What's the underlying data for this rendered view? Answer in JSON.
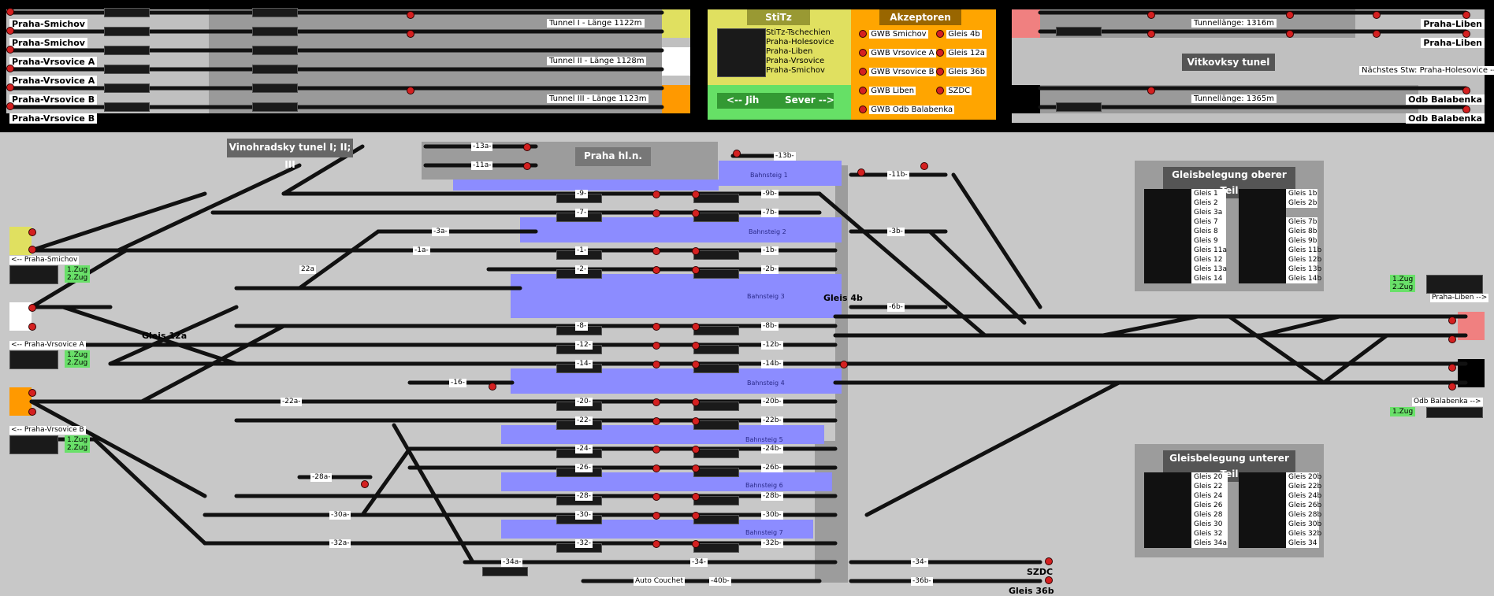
{
  "header": {
    "left_stations": [
      "Praha-Smichov",
      "Praha-Smichov",
      "Praha-Vrsovice A",
      "Praha-Vrsovice A",
      "Praha-Vrsovice B",
      "Praha-Vrsovice B"
    ],
    "tunnels": [
      "Tunnel I - Länge 1122m",
      "Tunnel II - Länge 1128m",
      "Tunnel III - Länge 1123m"
    ],
    "right_stations": [
      "Praha-Liben",
      "Praha-Liben",
      "Odb Balabenka",
      "Odb Balabenka"
    ],
    "right_tunnel_top": "Tunnellänge: 1316m",
    "right_tunnel_bottom": "Tunnellänge: 1365m",
    "vitkov_title": "Vitkovksy tunel",
    "next_stw": "Nächstes Stw: Praha-Holesovice  -->"
  },
  "stitz": {
    "title": "StiTz",
    "items": [
      "StiTz-Tschechien",
      "Praha-Holesovice",
      "Praha-Liben",
      "Praha-Vrsovice",
      "Praha-Smichov"
    ],
    "south": "<-- Jih",
    "north": "Sever -->"
  },
  "akzeptoren": {
    "title": "Akzeptoren",
    "left": [
      "GWB Smichov",
      "GWB Vrsovice A",
      "GWB Vrsovice B",
      "GWB Liben",
      "GWB Odb Balabenka"
    ],
    "right": [
      "Gleis 4b",
      "Gleis 12a",
      "Gleis 36b",
      "SZDC"
    ]
  },
  "station": {
    "vinohrady": "Vinohradsky tunel I; II; III",
    "praha_hln": "Praha hl.n.",
    "platforms": [
      "Bahnsteig 1",
      "Bahnsteig 2",
      "Bahnsteig 3",
      "Bahnsteig 4",
      "Bahnsteig 5",
      "Bahnsteig 6",
      "Bahnsteig 7"
    ],
    "left_tracks": [
      "-13a-",
      "-11a-",
      "-9-",
      "-7-",
      "-3a-",
      "-1a-",
      "-1-",
      "-2-",
      "22a",
      "-8-",
      "-12-",
      "-14-",
      "-16-",
      "-20-",
      "-22a-",
      "-22-",
      "-24-",
      "-26-",
      "-28a-",
      "-28-",
      "-30a-",
      "-30-",
      "-32a-",
      "-32-",
      "-34a-",
      "Auto Couchet"
    ],
    "right_tracks": [
      "-13b-",
      "-11b-",
      "-9b-",
      "-7b-",
      "-3b-",
      "-1b-",
      "-2b-",
      "-6b-",
      "-8b-",
      "-12b-",
      "-14b-",
      "-20b-",
      "-22b-",
      "-24b-",
      "-26b-",
      "-28b-",
      "-30b-",
      "-32b-",
      "-34-",
      "-36b-",
      "-40b-"
    ],
    "gleis_4b": "Gleis 4b",
    "gleis_12a": "Gleis 12a",
    "gleis_36b": "Gleis 36b",
    "szdc": "SZDC"
  },
  "left_sides": [
    {
      "label": "<-- Praha-Smichov",
      "zug1": "1.Zug",
      "zug2": "2.Zug"
    },
    {
      "label": "<-- Praha-Vrsovice A",
      "zug1": "1.Zug",
      "zug2": "2.Zug"
    },
    {
      "label": "<-- Praha-Vrsovice B",
      "zug1": "1.Zug",
      "zug2": "2.Zug"
    }
  ],
  "right_sides": [
    {
      "label": "Praha-Liben -->",
      "zug1": "1.Zug",
      "zug2": "2.Zug"
    },
    {
      "label": "Odb Balabenka -->",
      "zug1": "1.Zug"
    }
  ],
  "occupancy_top": {
    "title": "Gleisbelegung oberer Teil",
    "left": [
      "Gleis 1",
      "Gleis 2",
      "Gleis 3a",
      "Gleis 7",
      "Gleis 8",
      "Gleis 9",
      "Gleis 11a",
      "Gleis 12",
      "Gleis 13a",
      "Gleis 14"
    ],
    "right": [
      "Gleis 1b",
      "Gleis 2b",
      "",
      "Gleis 7b",
      "Gleis 8b",
      "Gleis 9b",
      "Gleis 11b",
      "Gleis 12b",
      "Gleis 13b",
      "Gleis 14b"
    ]
  },
  "occupancy_bottom": {
    "title": "Gleisbelegung unterer Teil",
    "left": [
      "Gleis 20",
      "Gleis 22",
      "Gleis 24",
      "Gleis 26",
      "Gleis 28",
      "Gleis 30",
      "Gleis 32",
      "Gleis 34a"
    ],
    "right": [
      "Gleis 20b",
      "Gleis 22b",
      "Gleis 24b",
      "Gleis 26b",
      "Gleis 28b",
      "Gleis 30b",
      "Gleis 32b",
      "Gleis 34"
    ]
  },
  "colors": {
    "platform": "#8c8cff",
    "signal_red": "#d42020",
    "zug_green": "#69e069",
    "stitz_yellow": "#e0e060",
    "akz_orange": "#ffa500",
    "entry_yellow": "#e0e060",
    "entry_orange": "#ff9900",
    "entry_red": "#f08080"
  }
}
